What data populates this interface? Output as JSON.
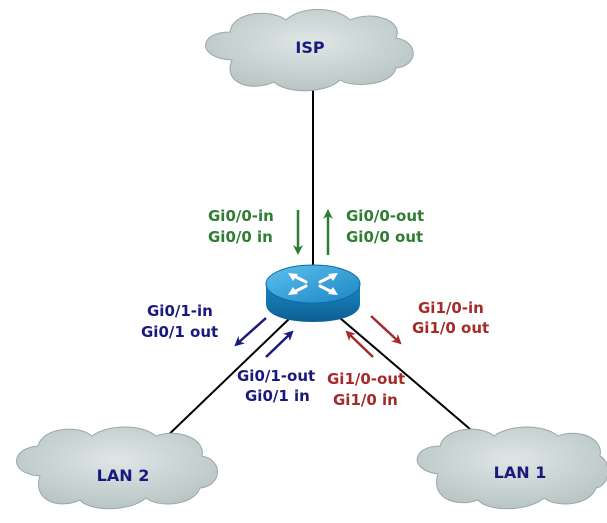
{
  "clouds": {
    "isp": "ISP",
    "lan2": "LAN 2",
    "lan1": "LAN 1"
  },
  "interfaces": {
    "gi00": {
      "line1": "Gi0/0-in",
      "line2": "Gi0/0 in"
    },
    "gi00_out": {
      "line1": "Gi0/0-out",
      "line2": "Gi0/0 out"
    },
    "gi01": {
      "line1": "Gi0/1-in",
      "line2": "Gi0/1 out"
    },
    "gi01_out": {
      "line1": "Gi0/1-out",
      "line2": "Gi0/1 in"
    },
    "gi10": {
      "line1": "Gi1/0-in",
      "line2": "Gi1/0 out"
    },
    "gi10_out": {
      "line1": "Gi1/0-out",
      "line2": "Gi1/0 in"
    }
  },
  "colors": {
    "green": "#2e7d32",
    "navy": "#1a1a7e",
    "red": "#a52a2a",
    "cloud": "#c9d3d3",
    "router": "#1e90c8"
  },
  "icons": {
    "router": "router-icon"
  }
}
